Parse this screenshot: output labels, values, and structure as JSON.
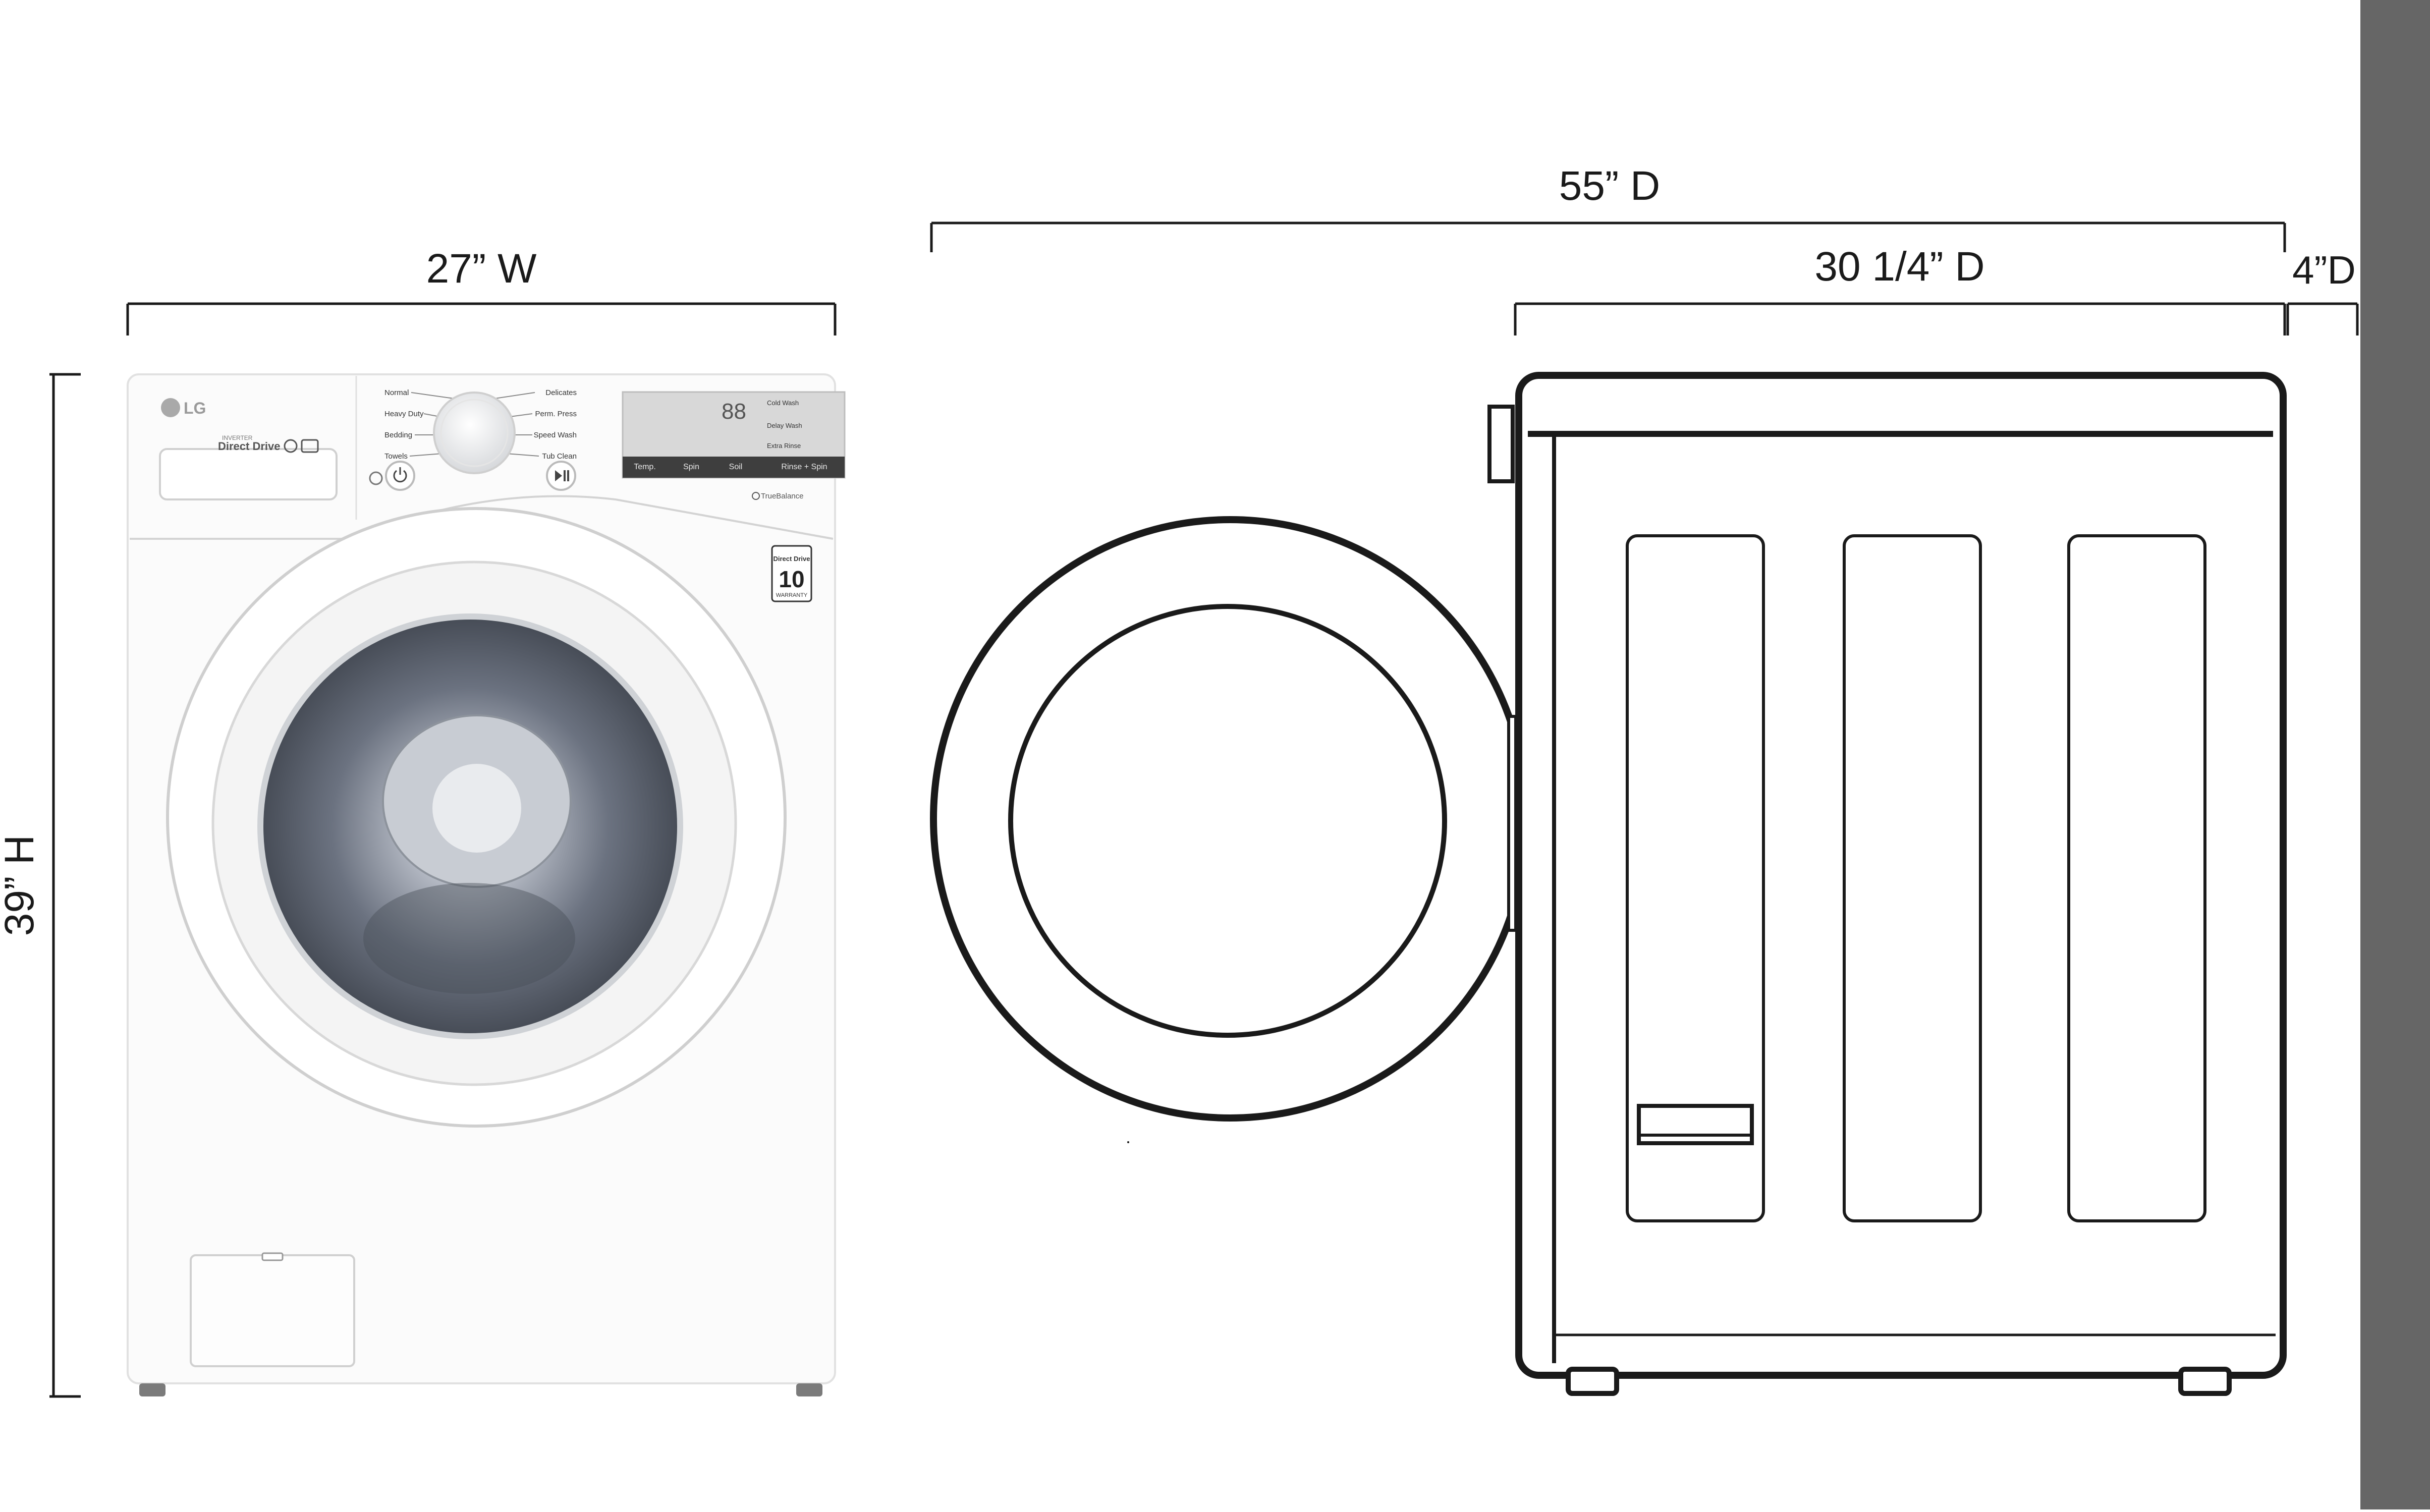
{
  "dimensions": {
    "width": "27” W",
    "height": "39” H",
    "depth_total": "55” D",
    "depth_body": "30 1/4” D",
    "depth_clearance": "4”D"
  },
  "washer": {
    "brand": "LG",
    "badge_small": "INVERTER",
    "badge_main": "Direct Drive",
    "cycles_left": [
      "Normal",
      "Heavy Duty",
      "Bedding",
      "Towels"
    ],
    "cycles_right": [
      "Delicates",
      "Perm. Press",
      "Speed Wash",
      "Tub Clean"
    ],
    "display_digits": "88",
    "option_buttons": [
      "Cold Wash",
      "Delay Wash",
      "Extra Rinse"
    ],
    "bottom_buttons": [
      "Temp.",
      "Spin",
      "Soil",
      "Rinse + Spin"
    ],
    "truebalance": "TrueBalance",
    "warranty_small": "Direct Drive",
    "warranty_number": "10",
    "warranty_label": "WARRANTY"
  },
  "colors": {
    "line": "#1a1a1a",
    "wall": "#666666",
    "washer_body": "#fbfbfb",
    "door_glass": "#59606d"
  }
}
